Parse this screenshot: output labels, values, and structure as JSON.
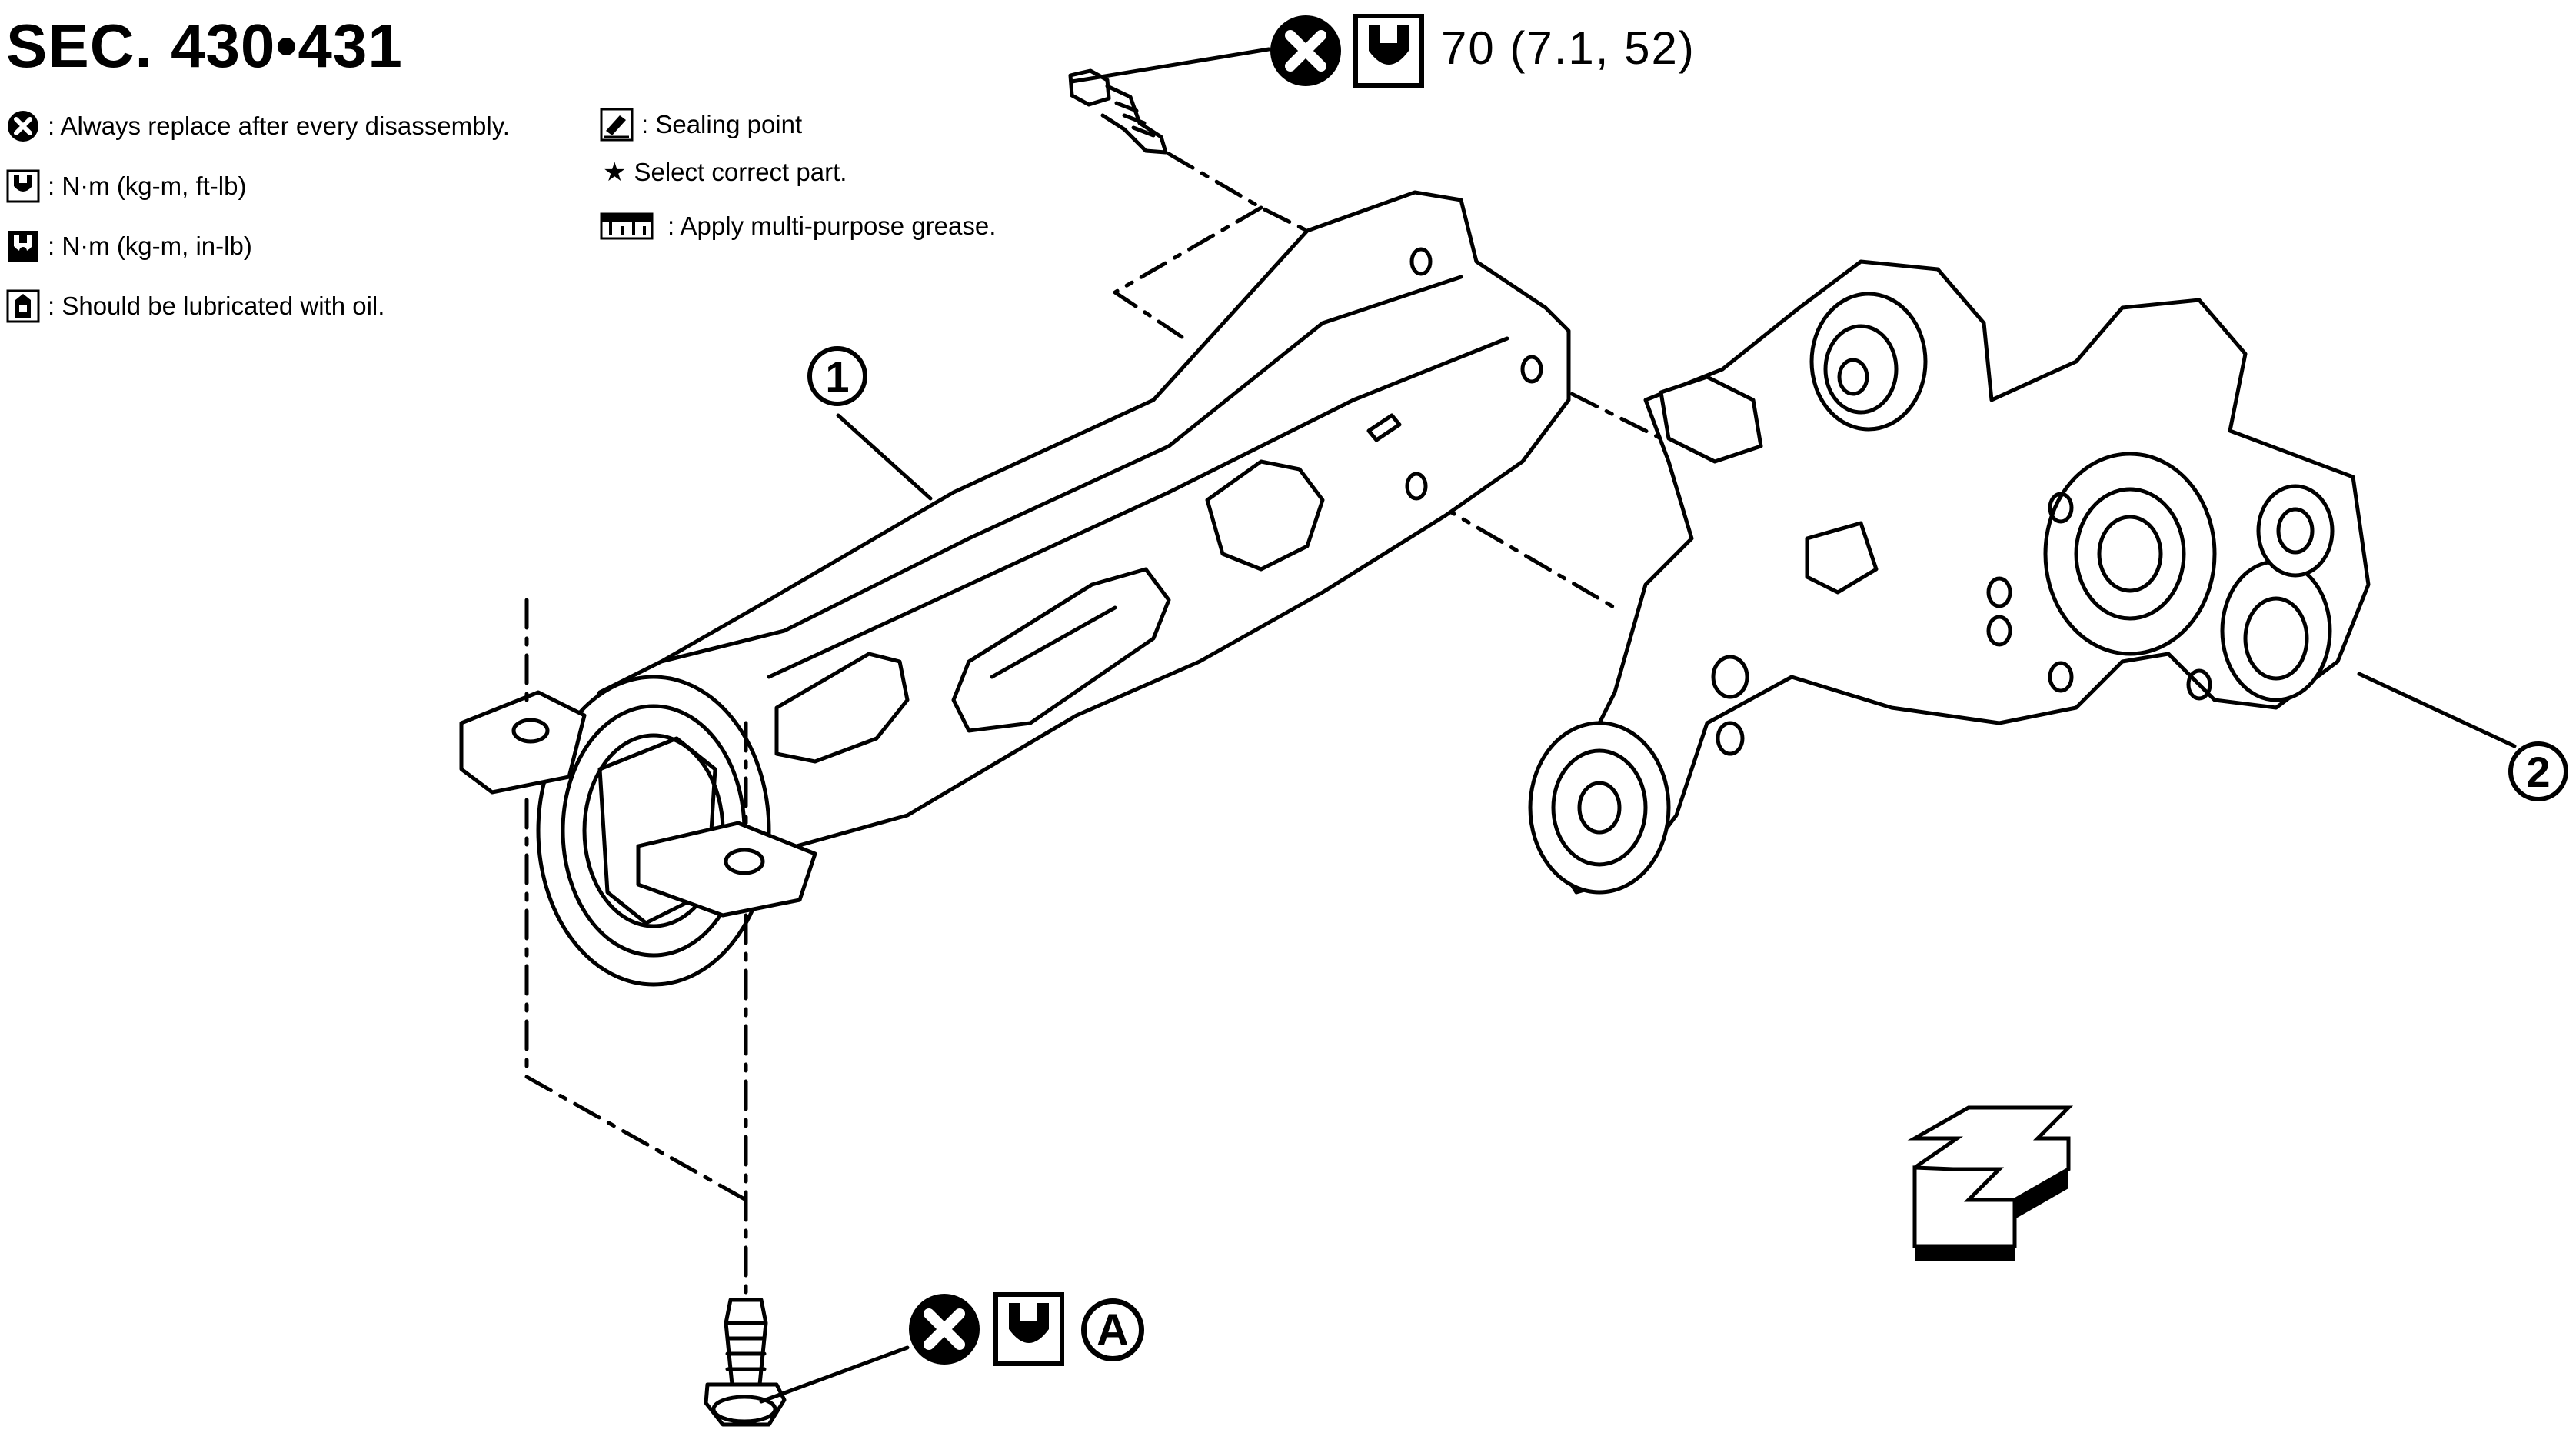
{
  "title": "SEC. 430•431",
  "legend": {
    "replace": ": Always replace after every disassembly.",
    "torque_ft": ": N·m (kg-m, ft-lb)",
    "torque_in": ": N·m (kg-m, in-lb)",
    "oil": ": Should be lubricated with oil.",
    "sealing": ": Sealing point",
    "select": "Select correct part.",
    "grease": ": Apply multi-purpose grease."
  },
  "callouts": {
    "top_torque": "70 (7.1, 52)",
    "bottom_ref": "A"
  },
  "parts": {
    "p1": "1",
    "p2": "2"
  },
  "icons": [
    "replace-icon",
    "torque-wrench-icon",
    "torque-wrench-in-icon",
    "oil-can-icon",
    "sealing-icon",
    "star-icon",
    "grease-icon",
    "front-arrow-icon"
  ]
}
